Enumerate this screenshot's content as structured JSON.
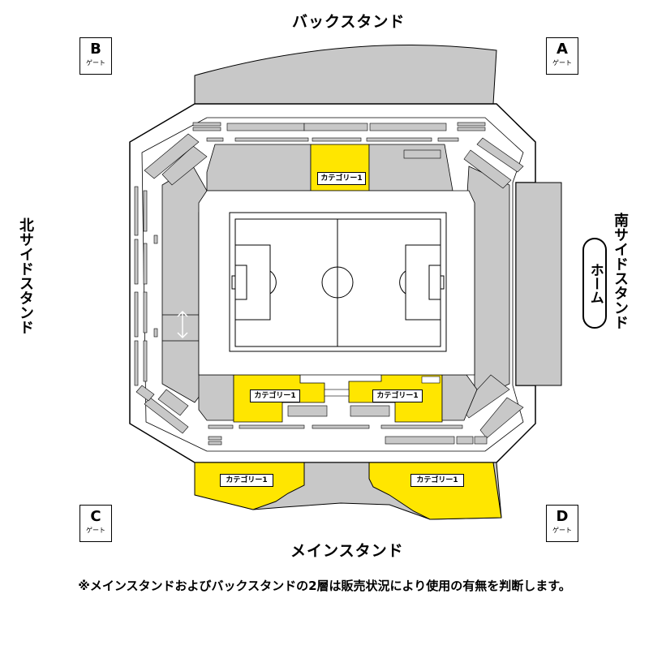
{
  "stands": {
    "back": "バックスタンド",
    "main": "メインスタンド",
    "north": "北サイドスタンド",
    "south": "南サイドスタンド"
  },
  "home_label": "ホーム",
  "gates": [
    {
      "letter": "B",
      "sub": "ゲート"
    },
    {
      "letter": "A",
      "sub": "ゲート"
    },
    {
      "letter": "C",
      "sub": "ゲート"
    },
    {
      "letter": "D",
      "sub": "ゲート"
    }
  ],
  "categories": {
    "back_center": "カテゴリー1",
    "inner_left": "カテゴリー1",
    "inner_right": "カテゴリー1",
    "main_left": "カテゴリー1",
    "main_right": "カテゴリー1"
  },
  "note": "※メインスタンドおよびバックスタンドの2層は販売状況により使用の有無を判断します。",
  "colors": {
    "category1": "#ffe600",
    "seat_gray": "#c8c8c8",
    "outline": "#000000"
  }
}
